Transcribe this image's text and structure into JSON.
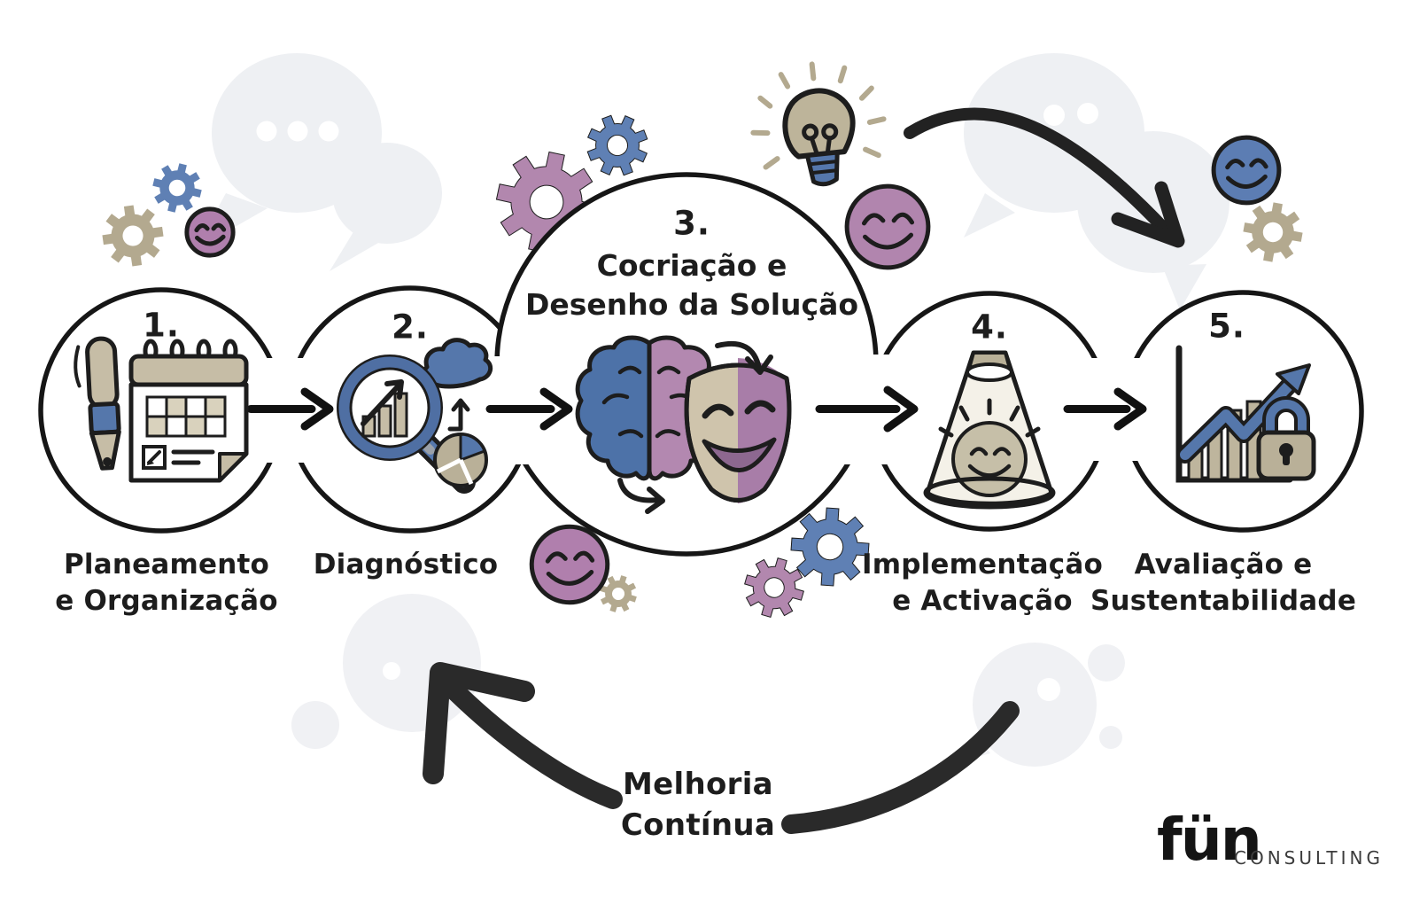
{
  "steps": [
    {
      "number": "1.",
      "label": [
        "Planeamento",
        "e Organização"
      ],
      "icon": "pen-calendar-icon"
    },
    {
      "number": "2.",
      "label": [
        "Diagnóstico"
      ],
      "icon": "magnifier-chart-icon"
    },
    {
      "number": "3.",
      "label": [
        "Cocriação e",
        "Desenho da Solução"
      ],
      "icon": "brain-theater-mask-icon"
    },
    {
      "number": "4.",
      "label": [
        "Implementação",
        "e Activação"
      ],
      "icon": "spotlight-smiley-icon"
    },
    {
      "number": "5.",
      "label": [
        "Avaliação e",
        "Sustentabilidade"
      ],
      "icon": "growth-chart-lock-icon"
    },
    {
      "number": "",
      "label": [
        ""
      ]
    }
  ],
  "loop": {
    "label": [
      "Melhoria",
      "Contínua"
    ]
  },
  "logo": {
    "text": "fün",
    "subtext": "CONSULTING"
  },
  "decorations": [
    "speech-bubble-icon",
    "gear-icon",
    "smiley-icon",
    "lightbulb-icon",
    "flow-arrow-icon",
    "loop-arrow-icon"
  ],
  "colors": {
    "ink": "#1d1d1d",
    "blue": "#5a7bae",
    "purple": "#b287ae",
    "tan": "#bcb29a",
    "light_gray": "#eef0f3",
    "background": "#ffffff"
  }
}
